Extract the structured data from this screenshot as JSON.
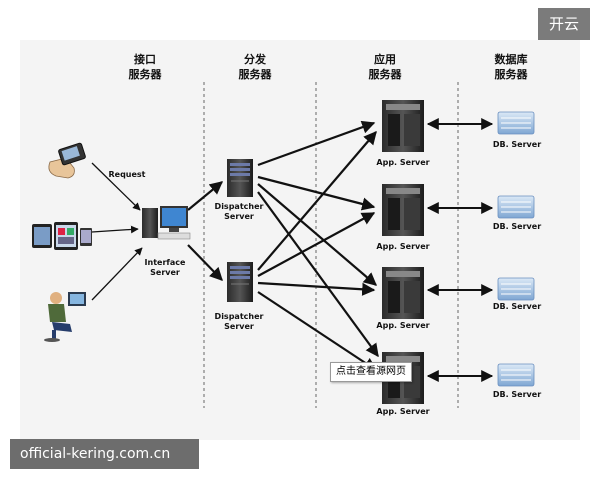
{
  "badges": {
    "top_right": "开云",
    "bottom_left": "official-kering.com.cn"
  },
  "columns": {
    "interface": [
      "接口",
      "服务器"
    ],
    "dispatch": [
      "分发",
      "服务器"
    ],
    "app": [
      "应用",
      "服务器"
    ],
    "db": [
      "数据库",
      "服务器"
    ]
  },
  "labels": {
    "request": "Request",
    "interface_server": [
      "Interface",
      "Server"
    ],
    "dispatcher_server": [
      "Dispatcher",
      "Server"
    ],
    "app_server": "App. Server",
    "db_server": "DB. Server"
  },
  "tooltip": "点击查看源网页",
  "icons": {
    "pda": "pda-device-icon",
    "tablet": "tablet-device-icon",
    "user": "user-at-desk-icon",
    "interface_pc": "desktop-computer-icon",
    "dispatcher": "server-tower-icon",
    "app": "server-tower-icon",
    "db": "database-rack-icon"
  }
}
